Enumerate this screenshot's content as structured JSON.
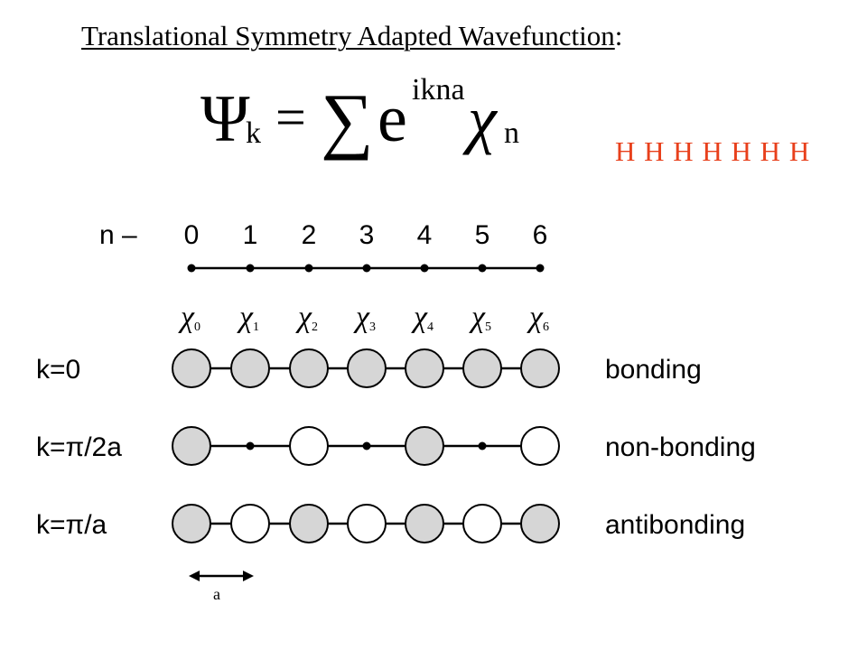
{
  "title": {
    "text": "Translational Symmetry Adapted Wavefunction",
    "suffix": ":"
  },
  "formula": {
    "lhs_symbol": "Ψ",
    "lhs_subscript": "k",
    "equals": "=",
    "sum_symbol": "∑",
    "exp_base": "e",
    "exp_superscript": "ikna",
    "basis_symbol": "χ",
    "basis_subscript": "n"
  },
  "hydrogen_chain": "H H H H H H H",
  "index_row": {
    "label": "n –",
    "indices": [
      "0",
      "1",
      "2",
      "3",
      "4",
      "5",
      "6"
    ]
  },
  "basis_functions": [
    {
      "symbol": "χ",
      "sub": "0"
    },
    {
      "symbol": "χ",
      "sub": "1"
    },
    {
      "symbol": "χ",
      "sub": "2"
    },
    {
      "symbol": "χ",
      "sub": "3"
    },
    {
      "symbol": "χ",
      "sub": "4"
    },
    {
      "symbol": "χ",
      "sub": "5"
    },
    {
      "symbol": "χ",
      "sub": "6"
    }
  ],
  "colors": {
    "filled_orbital": "#d6d6d6",
    "empty_orbital": "#ffffff",
    "accent": "#e8401c",
    "ink": "#000000"
  },
  "rows": [
    {
      "label": "k=0",
      "description": "bonding",
      "sites": [
        "filled",
        "filled",
        "filled",
        "filled",
        "filled",
        "filled",
        "filled"
      ]
    },
    {
      "label": "k=π/2a",
      "description": "non-bonding",
      "sites": [
        "filled",
        "node",
        "empty",
        "node",
        "filled",
        "node",
        "empty"
      ]
    },
    {
      "label": "k=π/a",
      "description": "antibonding",
      "sites": [
        "filled",
        "empty",
        "filled",
        "empty",
        "filled",
        "empty",
        "filled"
      ]
    }
  ],
  "spacing_label": "a"
}
